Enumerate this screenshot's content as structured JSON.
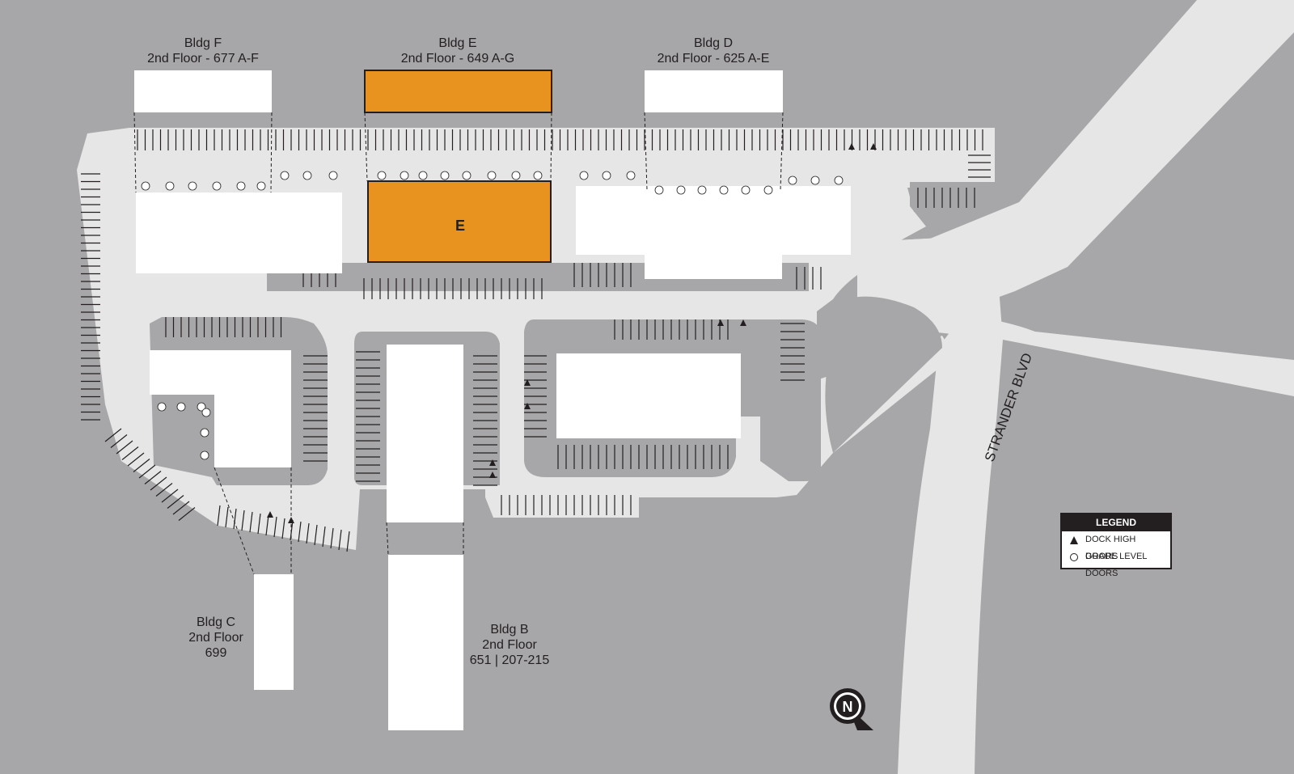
{
  "colors": {
    "background": "#a7a6a8",
    "pavement": "#e6e6e6",
    "building": "#ffffff",
    "highlight": "#e8931f",
    "ink": "#231f20"
  },
  "buildings": {
    "f": {
      "name": "Bldg F",
      "detail": "2nd Floor - 677 A-F"
    },
    "e": {
      "name": "Bldg E",
      "detail": "2nd Floor - 649 A-G",
      "marker": "E"
    },
    "d": {
      "name": "Bldg D",
      "detail": "2nd Floor - 625 A-E"
    },
    "c": {
      "name": "Bldg C",
      "floor": "2nd Floor",
      "suite": "699"
    },
    "b": {
      "name": "Bldg B",
      "floor": "2nd Floor",
      "suite": "651 | 207-215"
    }
  },
  "road": {
    "name": "STRANDER BLVD"
  },
  "legend": {
    "title": "LEGEND",
    "items": [
      {
        "icon": "triangle-icon",
        "label": "DOCK HIGH DOORS"
      },
      {
        "icon": "circle-icon",
        "label": "GRADE LEVEL DOORS"
      }
    ]
  },
  "compass": {
    "letter": "N",
    "icon": "north-arrow-icon"
  }
}
